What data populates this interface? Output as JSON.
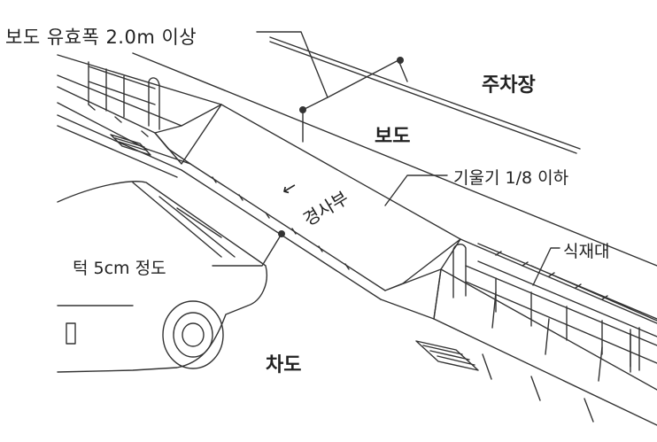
{
  "labels": {
    "sidewalk_width": "보도 유효폭 2.0m 이상",
    "parking": "주차장",
    "sidewalk": "보도",
    "slope": "기울기 1/8 이하",
    "ramp": "경사부",
    "ramp_arrow": "←",
    "planting_strip": "식재대",
    "step": "턱 5cm 정도",
    "roadway": "차도"
  },
  "colors": {
    "line": "#333333",
    "bg": "#ffffff"
  }
}
